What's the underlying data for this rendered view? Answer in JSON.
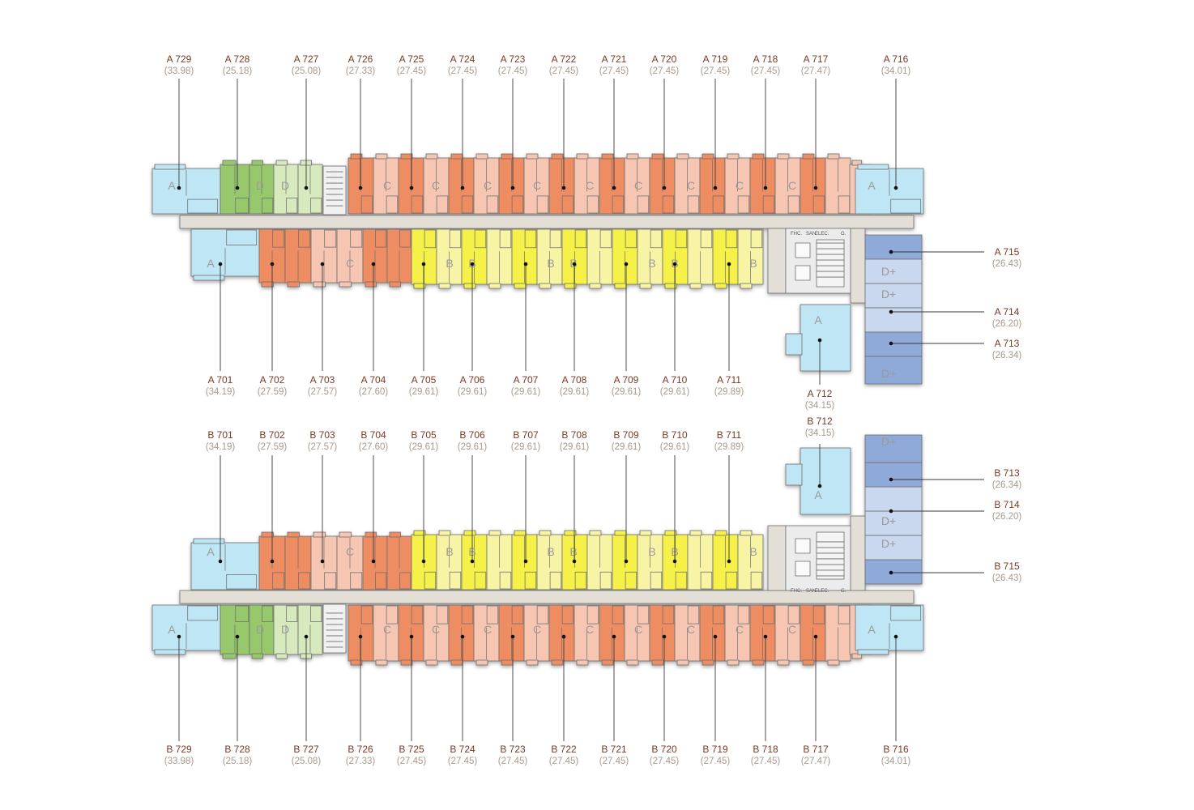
{
  "colors": {
    "A": "#bfe6f4",
    "B": "#f6f14a",
    "B_light": "#f8f4a6",
    "C": "#ee8c62",
    "C_light": "#f6c6b2",
    "D": "#98c86c",
    "D_light": "#d6eabd",
    "Dplus": "#8fa9d8",
    "Dplus_light": "#c9d7ef",
    "corridor": "#e3dfd6",
    "core": "#ececec"
  },
  "core_labels": {
    "fhc": "FHC.",
    "san": "SAN",
    "elec": "ELEC.",
    "g": "G."
  },
  "buildingA": {
    "top_labels": [
      {
        "code": "A 729",
        "area": "(33.98)",
        "type": "A"
      },
      {
        "code": "A 728",
        "area": "(25.18)",
        "type": "D"
      },
      {
        "code": "A 727",
        "area": "(25.08)",
        "type": "D"
      },
      {
        "code": "A 726",
        "area": "(27.33)",
        "type": "C"
      },
      {
        "code": "A 725",
        "area": "(27.45)",
        "type": "C"
      },
      {
        "code": "A 724",
        "area": "(27.45)",
        "type": "C"
      },
      {
        "code": "A 723",
        "area": "(27.45)",
        "type": "C"
      },
      {
        "code": "A 722",
        "area": "(27.45)",
        "type": "C"
      },
      {
        "code": "A 721",
        "area": "(27.45)",
        "type": "C"
      },
      {
        "code": "A 720",
        "area": "(27.45)",
        "type": "C"
      },
      {
        "code": "A 719",
        "area": "(27.45)",
        "type": "C"
      },
      {
        "code": "A 718",
        "area": "(27.45)",
        "type": "C"
      },
      {
        "code": "A 717",
        "area": "(27.47)",
        "type": "C"
      },
      {
        "code": "A 716",
        "area": "(34.01)",
        "type": "A"
      }
    ],
    "bottom_labels": [
      {
        "code": "A 701",
        "area": "(34.19)",
        "type": "A"
      },
      {
        "code": "A 702",
        "area": "(27.59)",
        "type": "C"
      },
      {
        "code": "A 703",
        "area": "(27.57)",
        "type": "C"
      },
      {
        "code": "A 704",
        "area": "(27.60)",
        "type": "C"
      },
      {
        "code": "A 705",
        "area": "(29.61)",
        "type": "B"
      },
      {
        "code": "A 706",
        "area": "(29.61)",
        "type": "B"
      },
      {
        "code": "A 707",
        "area": "(29.61)",
        "type": "B"
      },
      {
        "code": "A 708",
        "area": "(29.61)",
        "type": "B"
      },
      {
        "code": "A 709",
        "area": "(29.61)",
        "type": "B"
      },
      {
        "code": "A 710",
        "area": "(29.61)",
        "type": "B"
      },
      {
        "code": "A 711",
        "area": "(29.89)",
        "type": "B"
      }
    ],
    "wing_labels": [
      {
        "code": "A 715",
        "area": "(26.43)",
        "type": "D+"
      },
      {
        "code": "A 714",
        "area": "(26.20)",
        "type": "D+"
      },
      {
        "code": "A 713",
        "area": "(26.34)",
        "type": "D+"
      },
      {
        "code": "A 712",
        "area": "(34.15)",
        "type": "A"
      }
    ]
  },
  "buildingB": {
    "top_labels": [
      {
        "code": "B 701",
        "area": "(34.19)",
        "type": "A"
      },
      {
        "code": "B 702",
        "area": "(27.59)",
        "type": "C"
      },
      {
        "code": "B 703",
        "area": "(27.57)",
        "type": "C"
      },
      {
        "code": "B 704",
        "area": "(27.60)",
        "type": "C"
      },
      {
        "code": "B 705",
        "area": "(29.61)",
        "type": "B"
      },
      {
        "code": "B 706",
        "area": "(29.61)",
        "type": "B"
      },
      {
        "code": "B 707",
        "area": "(29.61)",
        "type": "B"
      },
      {
        "code": "B 708",
        "area": "(29.61)",
        "type": "B"
      },
      {
        "code": "B 709",
        "area": "(29.61)",
        "type": "B"
      },
      {
        "code": "B 710",
        "area": "(29.61)",
        "type": "B"
      },
      {
        "code": "B 711",
        "area": "(29.89)",
        "type": "B"
      }
    ],
    "wing_labels": [
      {
        "code": "B 712",
        "area": "(34.15)",
        "type": "A"
      },
      {
        "code": "B 713",
        "area": "(26.34)",
        "type": "D+"
      },
      {
        "code": "B 714",
        "area": "(26.20)",
        "type": "D+"
      },
      {
        "code": "B 715",
        "area": "(26.43)",
        "type": "D+"
      }
    ],
    "bottom_labels": [
      {
        "code": "B 729",
        "area": "(33.98)",
        "type": "A"
      },
      {
        "code": "B 728",
        "area": "(25.18)",
        "type": "D"
      },
      {
        "code": "B 727",
        "area": "(25.08)",
        "type": "D"
      },
      {
        "code": "B 726",
        "area": "(27.33)",
        "type": "C"
      },
      {
        "code": "B 725",
        "area": "(27.45)",
        "type": "C"
      },
      {
        "code": "B 724",
        "area": "(27.45)",
        "type": "C"
      },
      {
        "code": "B 723",
        "area": "(27.45)",
        "type": "C"
      },
      {
        "code": "B 722",
        "area": "(27.45)",
        "type": "C"
      },
      {
        "code": "B 721",
        "area": "(27.45)",
        "type": "C"
      },
      {
        "code": "B 720",
        "area": "(27.45)",
        "type": "C"
      },
      {
        "code": "B 719",
        "area": "(27.45)",
        "type": "C"
      },
      {
        "code": "B 718",
        "area": "(27.45)",
        "type": "C"
      },
      {
        "code": "B 717",
        "area": "(27.47)",
        "type": "C"
      },
      {
        "code": "B 716",
        "area": "(34.01)",
        "type": "A"
      }
    ]
  }
}
